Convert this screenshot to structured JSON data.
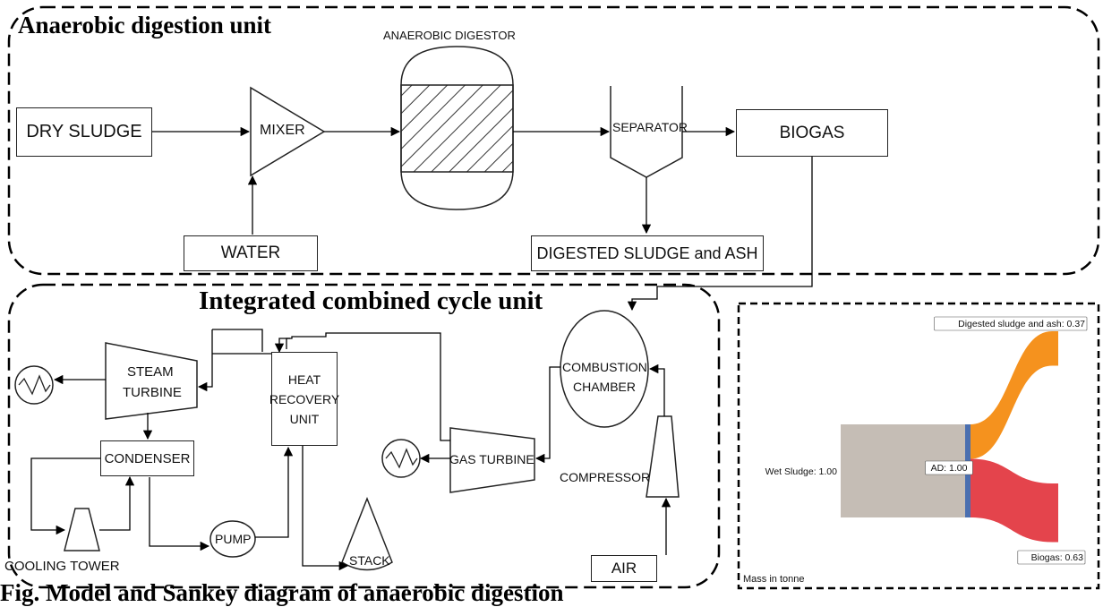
{
  "ad_unit": {
    "title": "Anaerobic digestion unit",
    "dry_sludge": "DRY SLUDGE",
    "mixer": "MIXER",
    "water": "WATER",
    "digestor": "ANAEROBIC DIGESTOR",
    "separator": "SEPARATOR",
    "biogas": "BIOGAS",
    "digested": "DIGESTED SLUDGE and ASH"
  },
  "cc_unit": {
    "title": "Integrated combined cycle unit",
    "steam_turbine_1": "STEAM",
    "steam_turbine_2": "TURBINE",
    "hru_1": "HEAT",
    "hru_2": "RECOVERY",
    "hru_3": "UNIT",
    "condenser": "CONDENSER",
    "cooling_tower": "COOLING TOWER",
    "pump": "PUMP",
    "stack": "STACK",
    "gas_turbine": "GAS TURBINE",
    "combustion_1": "COMBUSTION",
    "combustion_2": "CHAMBER",
    "compressor": "COMPRESSOR",
    "air": "AIR"
  },
  "sankey": {
    "footer": "Mass in tonne",
    "colors": {
      "source": "#c5bdb5",
      "node": "#4a6fb0",
      "digested": "#f5921e",
      "biogas": "#e4444c"
    },
    "chart_data": {
      "type": "sankey",
      "nodes": [
        {
          "name": "Wet Sludge",
          "value": 1.0,
          "label": "Wet Sludge: 1.00"
        },
        {
          "name": "AD",
          "value": 1.0,
          "label": "AD: 1.00"
        },
        {
          "name": "Digested sludge and ash",
          "value": 0.37,
          "label": "Digested sludge and ash: 0.37"
        },
        {
          "name": "Biogas",
          "value": 0.63,
          "label": "Biogas: 0.63"
        }
      ],
      "links": [
        {
          "source": "Wet Sludge",
          "target": "AD",
          "value": 1.0
        },
        {
          "source": "AD",
          "target": "Digested sludge and ash",
          "value": 0.37
        },
        {
          "source": "AD",
          "target": "Biogas",
          "value": 0.63
        }
      ]
    }
  },
  "caption": "Fig. Model and Sankey diagram of anaerobic digestion"
}
